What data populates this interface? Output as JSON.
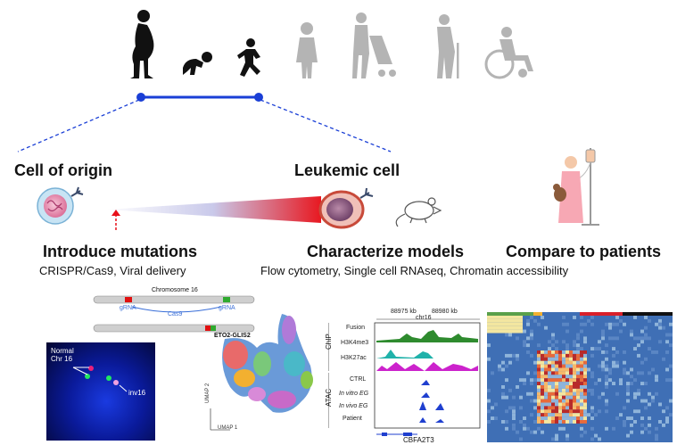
{
  "stages": {
    "cell_of_origin": "Cell of origin",
    "leukemic_cell": "Leukemic cell"
  },
  "steps": [
    {
      "title": "Introduce mutations",
      "subtitle": "CRISPR/Cas9, Viral delivery"
    },
    {
      "title": "Characterize models",
      "subtitle": "Flow cytometry, Single cell RNAseq, Chromatin accessibility"
    },
    {
      "title": "Compare to patients",
      "subtitle": ""
    }
  ],
  "construct": {
    "chromosome_label": "Chromosome 16",
    "cas9_label": "Cas9",
    "grna_left": "gRNA",
    "grna_right": "gRNA",
    "fusion_label": "ETO2-GLIS2"
  },
  "fish": {
    "normal_label": "Normal",
    "chr_label": "Chr 16",
    "inv_label": "inv16"
  },
  "umap": {
    "y_label": "UMAP 2",
    "x_label": "UMAP 1"
  },
  "tracks": {
    "coord_left": "88975 kb",
    "chrom": "chr16",
    "coord_right": "88980 kb",
    "chip_label": "ChIP",
    "atac_label": "ATAC",
    "names": [
      "Fusion",
      "H3K4me3",
      "H3K27ac",
      "CTRL",
      "In vitro EG",
      "In vivo EG",
      "Patient"
    ],
    "gene": "CBFA2T3"
  },
  "colors": {
    "timeline": "#1a3fd6",
    "arrow_red": "#e8101a",
    "fusion_green": "#2e8b2e",
    "h3k4_teal": "#20b2aa",
    "h3k27_magenta": "#cc22cc",
    "atac_blue": "#1f3fcf",
    "heatmap_base": "#3f6fb5"
  },
  "icons": [
    "pregnant-woman-icon",
    "crawling-baby-icon",
    "running-child-icon",
    "teen-icon",
    "parent-stroller-icon",
    "elderly-cane-icon",
    "wheelchair-icon",
    "mouse-icon",
    "patient-iv-icon"
  ]
}
